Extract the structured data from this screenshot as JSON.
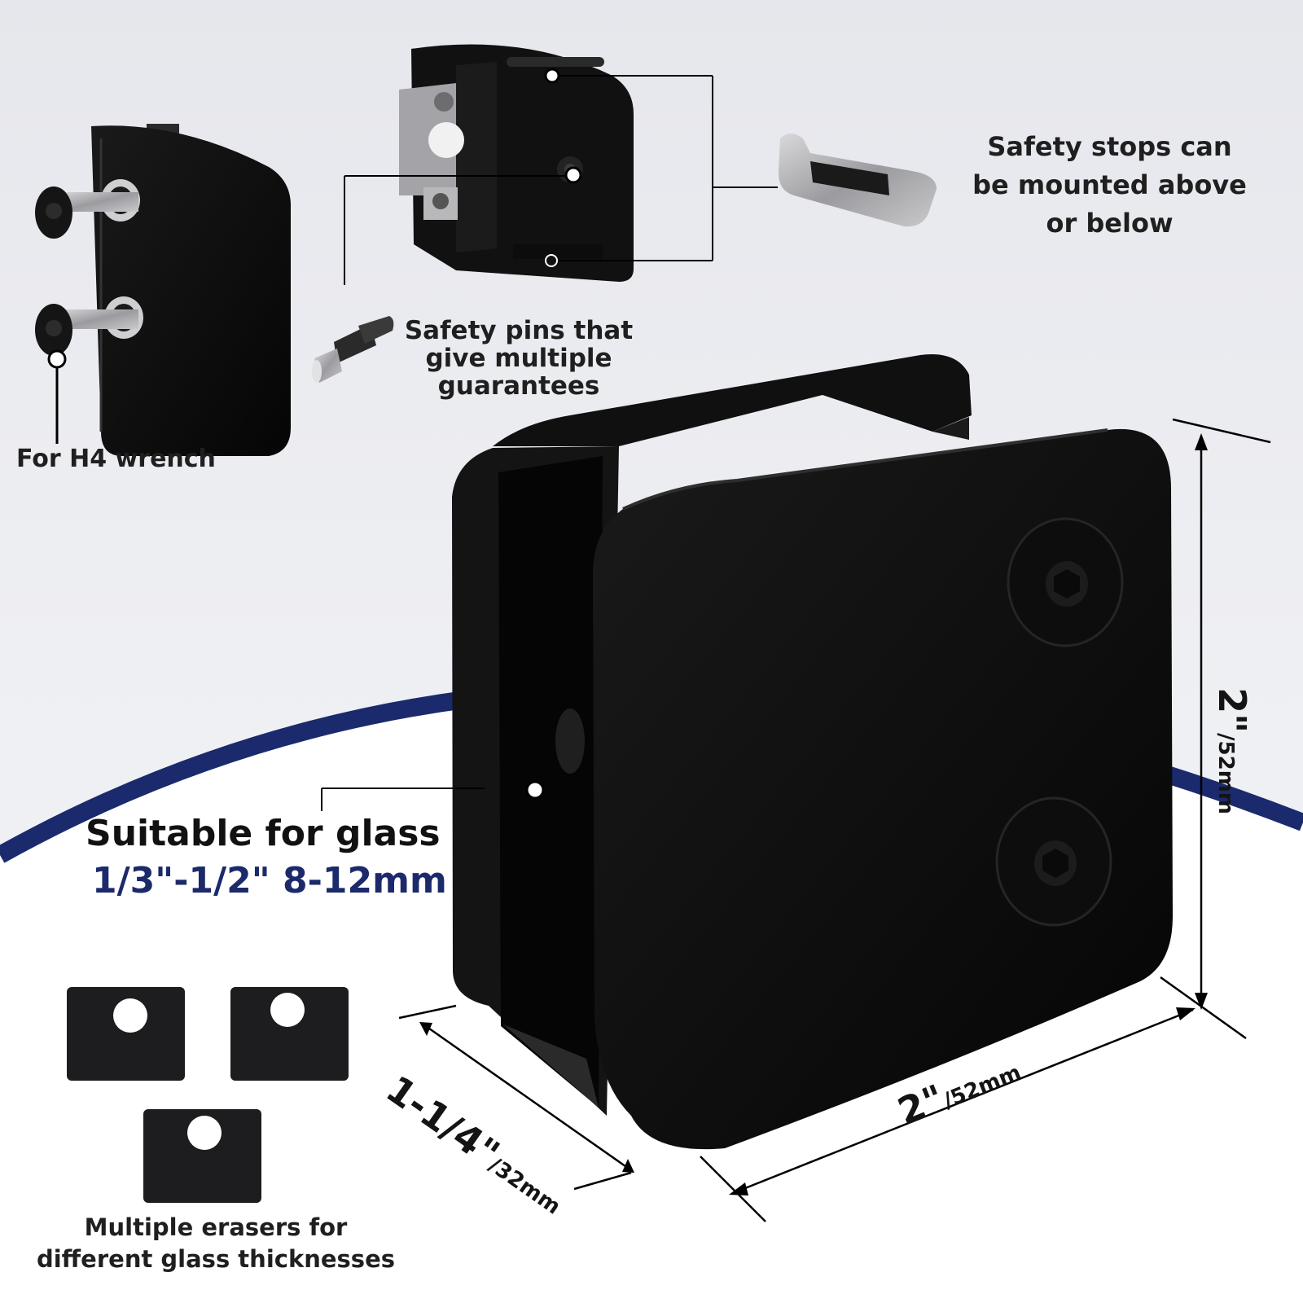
{
  "labels": {
    "h4_wrench": "For H4 wrench",
    "safety_pins": [
      "Safety pins that",
      "give multiple",
      "guarantees"
    ],
    "safety_stops": [
      "Safety stops can",
      "be mounted above",
      "or below"
    ],
    "glass_title": "Suitable for glass",
    "glass_range": "1/3\"-1/2\" 8-12mm",
    "erasers": [
      "Multiple erasers for",
      "different glass thicknesses"
    ]
  },
  "dimensions": {
    "height_main": "2\"",
    "height_unit": "/52mm",
    "width_main": "2\"",
    "width_unit": "/52mm",
    "depth_main": "1-1/4\"",
    "depth_unit": "/32mm"
  },
  "colors": {
    "product": "#0b0b0b",
    "navy_arc": "#1a2a6c",
    "glass_range_text": "#1c2a6b",
    "background_top": "#e4e6eb"
  }
}
